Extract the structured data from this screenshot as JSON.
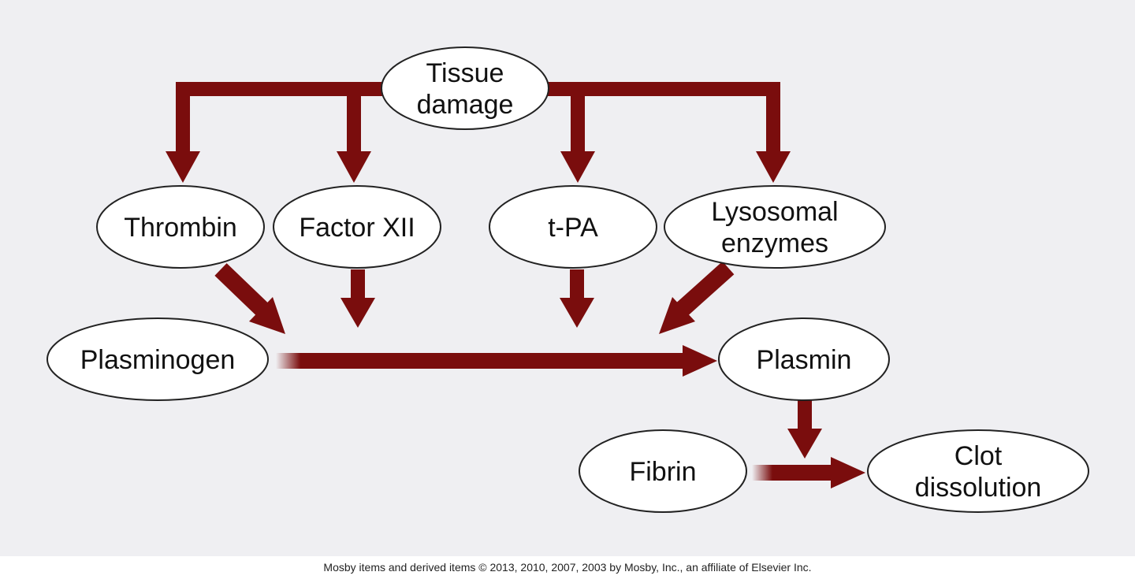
{
  "colors": {
    "panel": "#efeff2",
    "arrow": "#7a0d0d",
    "node_fill": "#ffffff",
    "node_stroke": "#222222"
  },
  "nodes": {
    "tissue_damage": [
      "Tissue",
      "damage"
    ],
    "thrombin": [
      "Thrombin"
    ],
    "factor_xii": [
      "Factor XII"
    ],
    "tpa": [
      "t-PA"
    ],
    "lysosomal_enzymes": [
      "Lysosomal",
      "enzymes"
    ],
    "plasminogen": [
      "Plasminogen"
    ],
    "plasmin": [
      "Plasmin"
    ],
    "fibrin": [
      "Fibrin"
    ],
    "clot_dissolution": [
      "Clot",
      "dissolution"
    ]
  },
  "credit": "Mosby items and derived items © 2013, 2010, 2007, 2003 by Mosby, Inc., an affiliate of Elsevier Inc."
}
